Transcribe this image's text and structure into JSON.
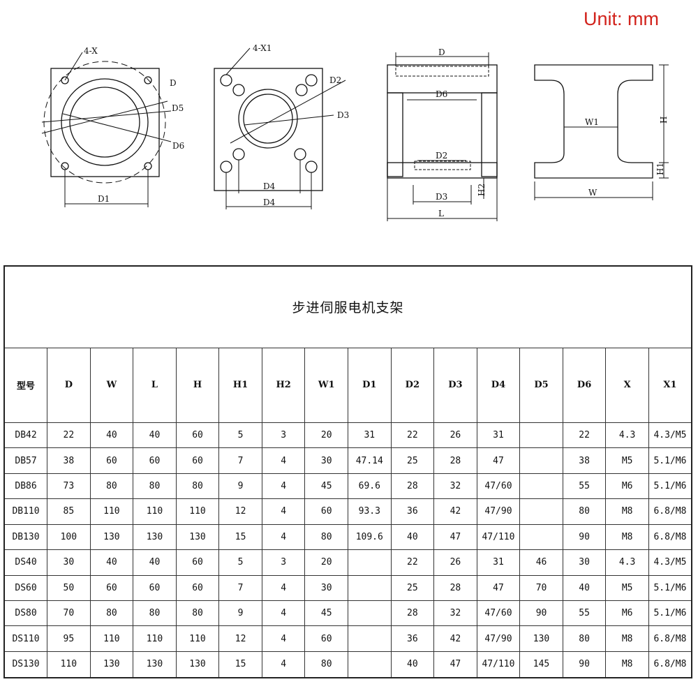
{
  "unit_note": "Unit: mm",
  "drawing_labels": {
    "v1_hole": "4-X",
    "v1_d": "D",
    "v1_d5": "D5",
    "v1_d6": "D6",
    "v1_d1": "D1",
    "v2_hole": "4-X1",
    "v2_d2": "D2",
    "v2_d3": "D3",
    "v2_d4_inner": "D4",
    "v2_d4_outer": "D4",
    "v3_d": "D",
    "v3_d6": "D6",
    "v3_d2": "D2",
    "v3_d3": "D3",
    "v3_h2": "H2",
    "v3_l": "L",
    "v4_w1": "W1",
    "v4_h": "H",
    "v4_h1": "H1",
    "v4_w": "W"
  },
  "table": {
    "title": "步进伺服电机支架",
    "headers": [
      "型号",
      "D",
      "W",
      "L",
      "H",
      "H1",
      "H2",
      "W1",
      "D1",
      "D2",
      "D3",
      "D4",
      "D5",
      "D6",
      "X",
      "X1"
    ],
    "rows": [
      [
        "DB42",
        "22",
        "40",
        "40",
        "60",
        "5",
        "3",
        "20",
        "31",
        "22",
        "26",
        "31",
        "",
        "22",
        "4.3",
        "4.3/M5"
      ],
      [
        "DB57",
        "38",
        "60",
        "60",
        "60",
        "7",
        "4",
        "30",
        "47.14",
        "25",
        "28",
        "47",
        "",
        "38",
        "M5",
        "5.1/M6"
      ],
      [
        "DB86",
        "73",
        "80",
        "80",
        "80",
        "9",
        "4",
        "45",
        "69.6",
        "28",
        "32",
        "47/60",
        "",
        "55",
        "M6",
        "5.1/M6"
      ],
      [
        "DB110",
        "85",
        "110",
        "110",
        "110",
        "12",
        "4",
        "60",
        "93.3",
        "36",
        "42",
        "47/90",
        "",
        "80",
        "M8",
        "6.8/M8"
      ],
      [
        "DB130",
        "100",
        "130",
        "130",
        "130",
        "15",
        "4",
        "80",
        "109.6",
        "40",
        "47",
        "47/110",
        "",
        "90",
        "M8",
        "6.8/M8"
      ],
      [
        "DS40",
        "30",
        "40",
        "40",
        "60",
        "5",
        "3",
        "20",
        "",
        "22",
        "26",
        "31",
        "46",
        "30",
        "4.3",
        "4.3/M5"
      ],
      [
        "DS60",
        "50",
        "60",
        "60",
        "60",
        "7",
        "4",
        "30",
        "",
        "25",
        "28",
        "47",
        "70",
        "40",
        "M5",
        "5.1/M6"
      ],
      [
        "DS80",
        "70",
        "80",
        "80",
        "80",
        "9",
        "4",
        "45",
        "",
        "28",
        "32",
        "47/60",
        "90",
        "55",
        "M6",
        "5.1/M6"
      ],
      [
        "DS110",
        "95",
        "110",
        "110",
        "110",
        "12",
        "4",
        "60",
        "",
        "36",
        "42",
        "47/90",
        "130",
        "80",
        "M8",
        "6.8/M8"
      ],
      [
        "DS130",
        "110",
        "130",
        "130",
        "130",
        "15",
        "4",
        "80",
        "",
        "40",
        "47",
        "47/110",
        "145",
        "90",
        "M8",
        "6.8/M8"
      ]
    ]
  }
}
